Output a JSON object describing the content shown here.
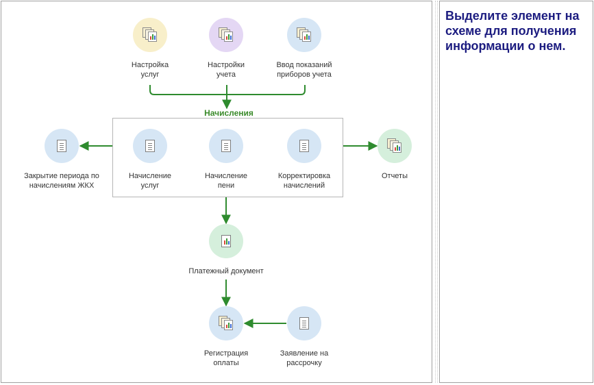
{
  "colors": {
    "arrow": "#2e8b2e",
    "group_title": "#3a8a2a",
    "info_text": "#1c1c80",
    "circle_blue": "#d6e6f5",
    "circle_yellow": "#f8efca",
    "circle_purple": "#e4d7f4",
    "circle_green": "#d5efdc"
  },
  "info": {
    "text": "Выделите элемент на схеме для получения информации о нем."
  },
  "group": {
    "title": "Начисления"
  },
  "nodes": {
    "settings_services": {
      "label": "Настройка\nуслуг",
      "icon": "report-icon"
    },
    "settings_accounting": {
      "label": "Настройки\nучета",
      "icon": "report-icon"
    },
    "meter_readings": {
      "label": "Ввод показаний\nприборов учета",
      "icon": "report-icon"
    },
    "close_period": {
      "label": "Закрытие периода по\nначислениям ЖКХ",
      "icon": "document-icon"
    },
    "accrual_services": {
      "label": "Начисление\nуслуг",
      "icon": "document-icon"
    },
    "accrual_penalty": {
      "label": "Начисление\nпени",
      "icon": "document-icon"
    },
    "accrual_correction": {
      "label": "Корректировка\nначислений",
      "icon": "document-icon"
    },
    "reports": {
      "label": "Отчеты",
      "icon": "report-icon"
    },
    "payment_document": {
      "label": "Платежный документ",
      "icon": "chart-document-icon"
    },
    "payment_registration": {
      "label": "Регистрация\nоплаты",
      "icon": "report-icon"
    },
    "installment_request": {
      "label": "Заявление на\nрассрочку",
      "icon": "document-icon"
    }
  }
}
